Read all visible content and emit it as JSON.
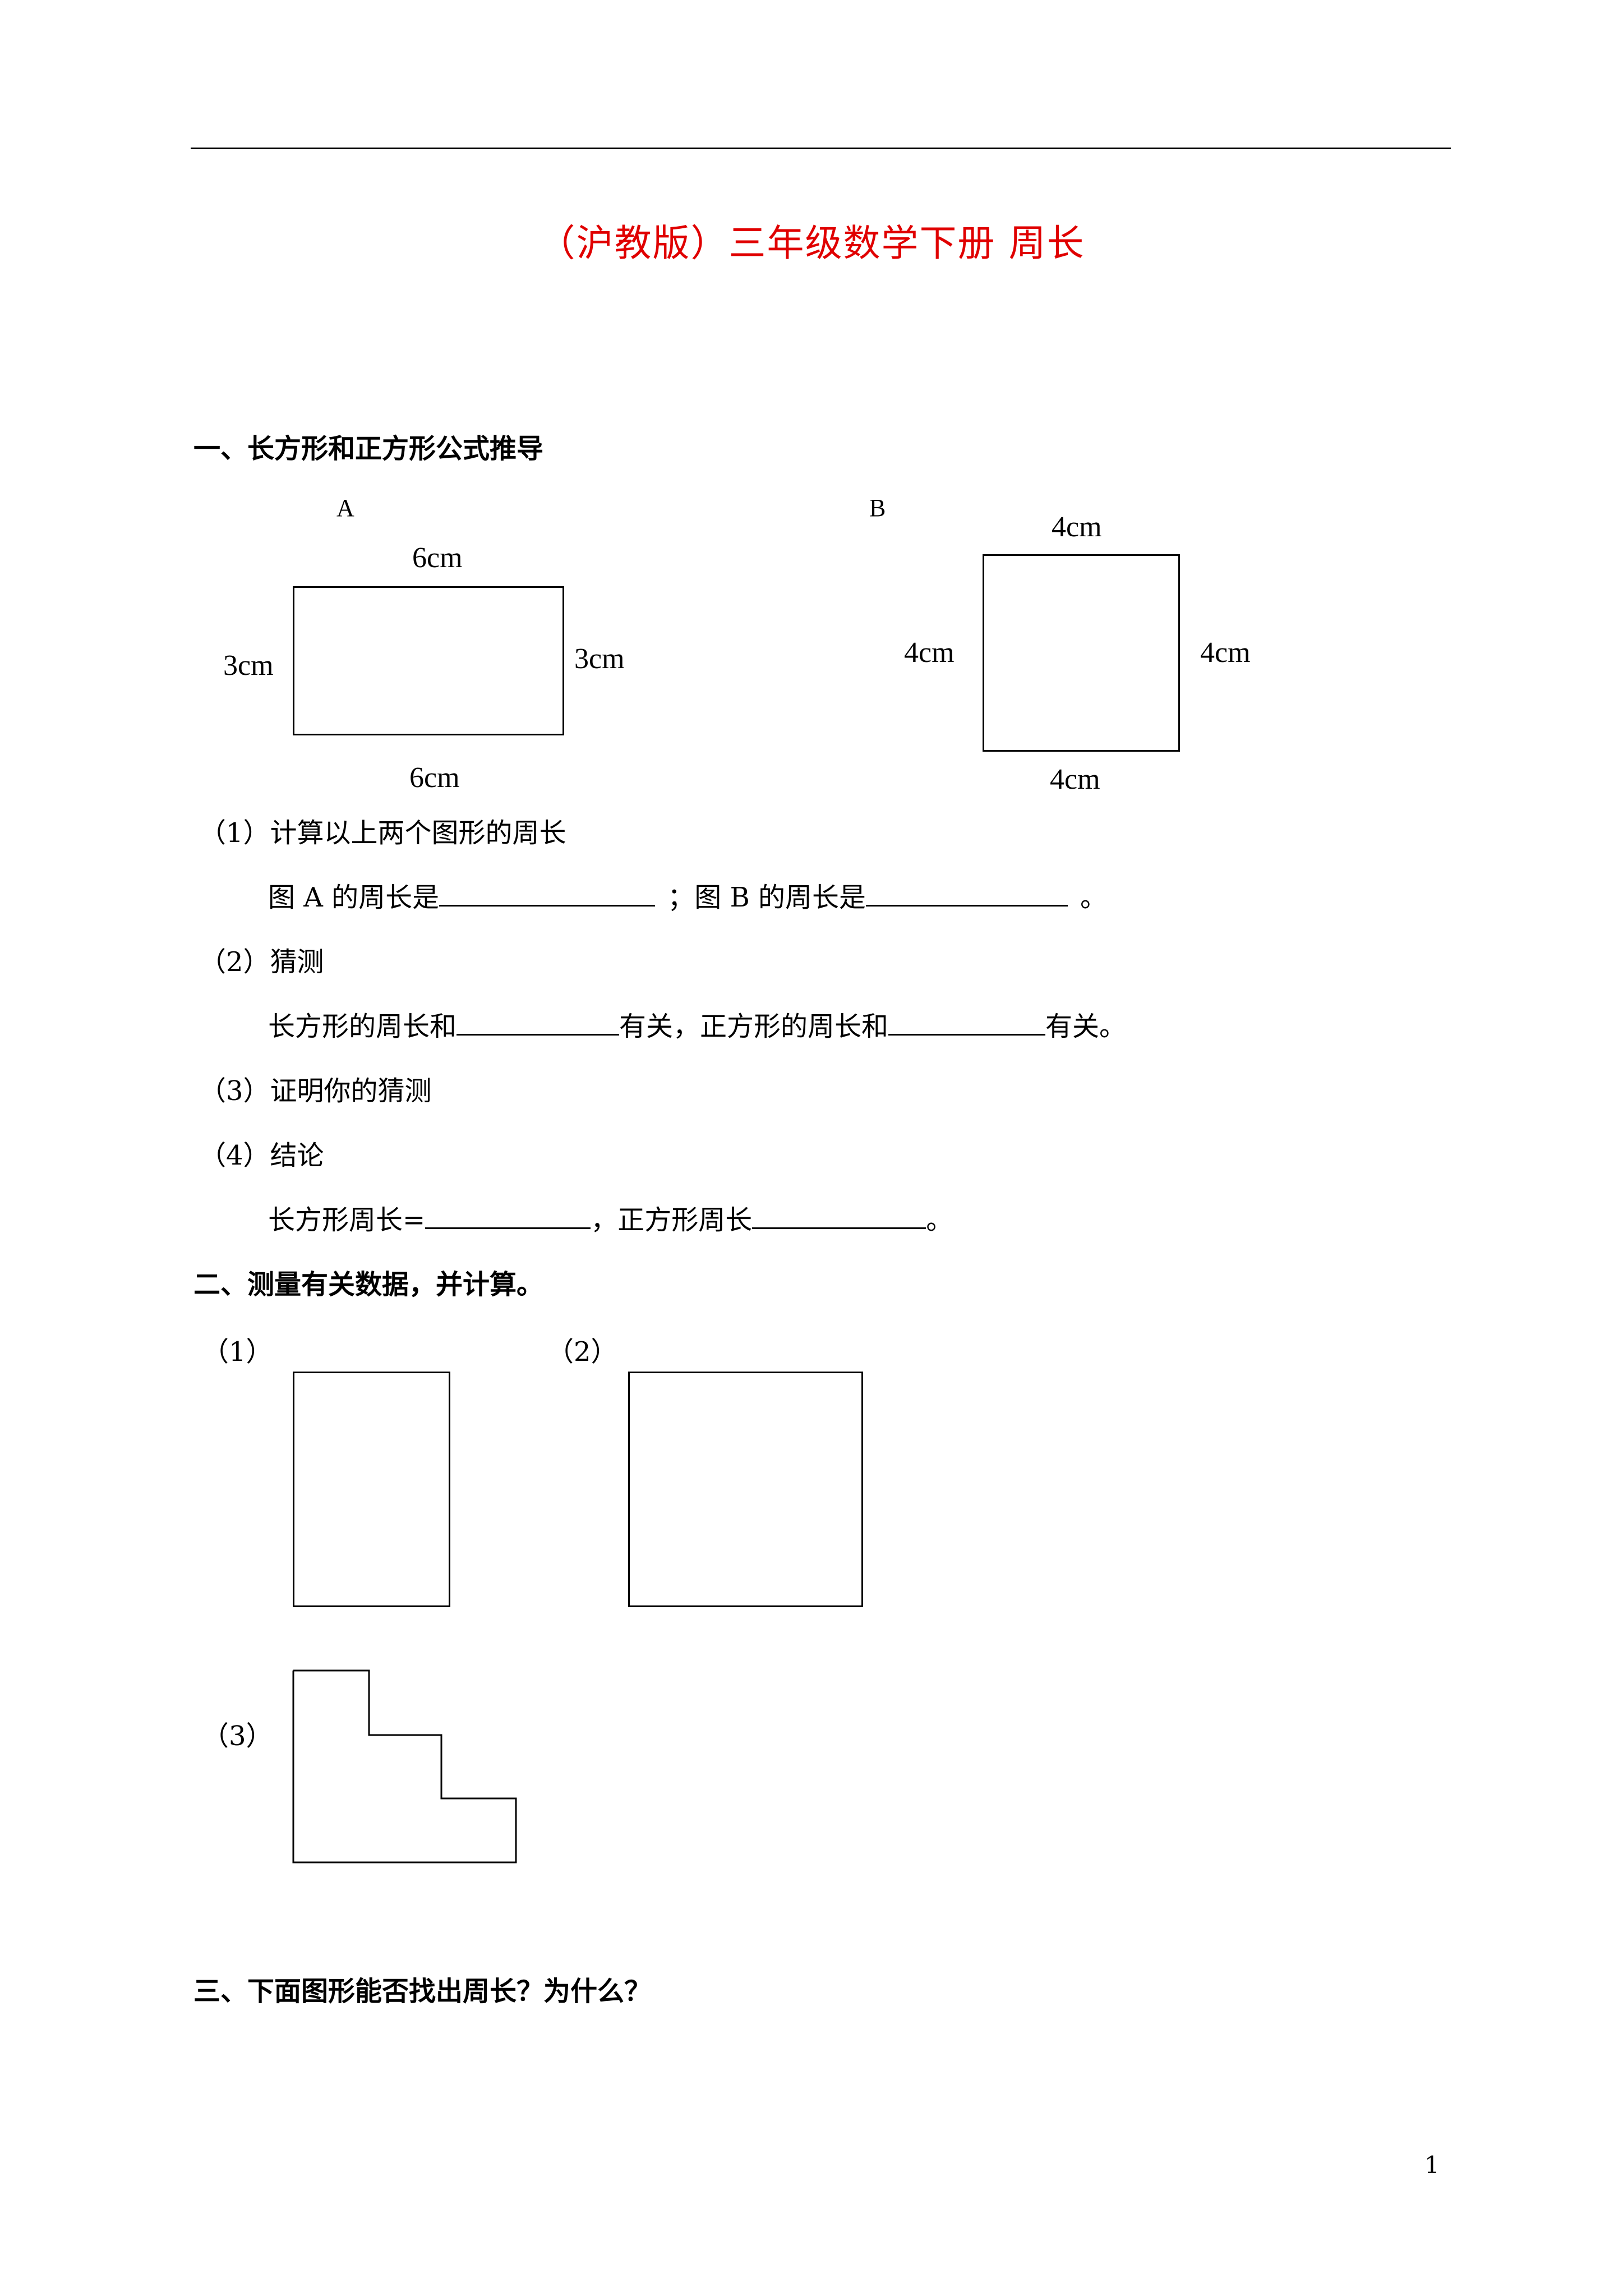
{
  "title": "（沪教版）三年级数学下册 周长",
  "section1": {
    "heading": "一、长方形和正方形公式推导",
    "figure_a": {
      "name": "A",
      "top": "6cm",
      "bottom": "6cm",
      "left": "3cm",
      "right": "3cm"
    },
    "figure_b": {
      "name": "B",
      "top": "4cm",
      "bottom": "4cm",
      "left": "4cm",
      "right": "4cm"
    },
    "q1": "（1）计算以上两个图形的周长",
    "q1_line_a": "图 A 的周长是",
    "q1_sep": "；图 B 的周长是",
    "q1_end": "。",
    "q2": "（2）猜测",
    "q2_line_a": "长方形的周长和",
    "q2_mid": "有关，正方形的周长和",
    "q2_end": "有关。",
    "q3": "（3）证明你的猜测",
    "q4": "（4）结论",
    "q4_line_a": "长方形周长=",
    "q4_mid": "，正方形周长",
    "q4_end": "。"
  },
  "section2": {
    "heading": "二、测量有关数据，并计算。",
    "label1": "（1）",
    "label2": "（2）",
    "label3": "（3）"
  },
  "section3": {
    "heading": "三、下面图形能否找出周长？为什么？"
  },
  "page_number": "1"
}
